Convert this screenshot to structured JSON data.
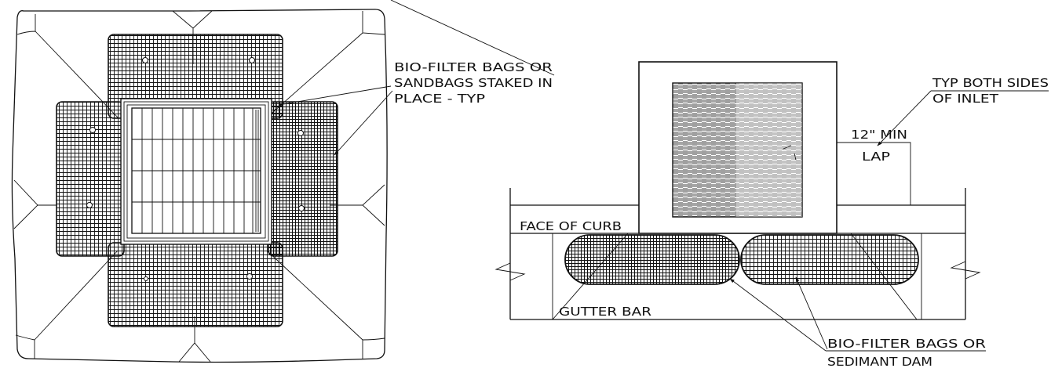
{
  "plan_view": {
    "callout_lines": [
      "BIO-FILTER BAGS OR",
      "SANDBAGS STAKED IN",
      "PLACE - TYP"
    ]
  },
  "elevation_view": {
    "callout_top_lines": [
      "TYP BOTH SIDES",
      "OF INLET"
    ],
    "lap_lines": [
      "12\" MIN",
      "LAP"
    ],
    "face_of_curb": "FACE OF CURB",
    "gutter_bar": "GUTTER BAR",
    "callout_bottom_lines": [
      "BIO-FILTER BAGS OR",
      "SEDIMANT DAM"
    ]
  },
  "colors": {
    "line": "#111111",
    "background": "#ffffff"
  }
}
